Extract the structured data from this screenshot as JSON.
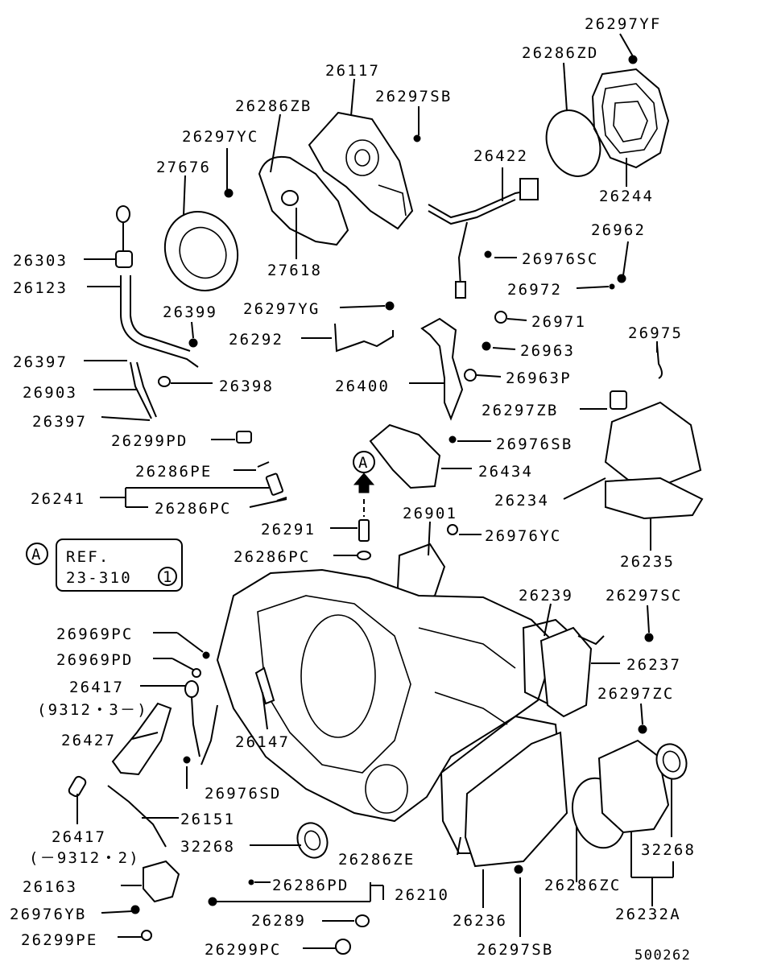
{
  "diagram": {
    "parts": {
      "p26297YF": "26297YF",
      "p26286ZD": "26286ZD",
      "p26117": "26117",
      "p26297SB_top": "26297SB",
      "p26286ZB": "26286ZB",
      "p26297YC": "26297YC",
      "p26422": "26422",
      "p27676": "27676",
      "p26244": "26244",
      "p26962": "26962",
      "p26303": "26303",
      "p27618": "27618",
      "p26976SC": "26976SC",
      "p26123": "26123",
      "p26972": "26972",
      "p26399": "26399",
      "p26297YG": "26297YG",
      "p26971": "26971",
      "p26975": "26975",
      "p26292": "26292",
      "p26397_a": "26397",
      "p26963": "26963",
      "p26398": "26398",
      "p26400": "26400",
      "p26963P": "26963P",
      "p26903": "26903",
      "p26297ZB": "26297ZB",
      "p26397_b": "26397",
      "p26299PD": "26299PD",
      "p26976SB": "26976SB",
      "p26434": "26434",
      "p26286PE": "26286PE",
      "p26241": "26241",
      "p26234": "26234",
      "p26286PC_a": "26286PC",
      "p26901": "26901",
      "p26291": "26291",
      "p26976YC": "26976YC",
      "p26286PC_b": "26286PC",
      "p26235": "26235",
      "p26239": "26239",
      "p26297SC": "26297SC",
      "p26969PC": "26969PC",
      "p26969PD": "26969PD",
      "p26237": "26237",
      "p26417_a": "26417",
      "p9312a": "(9312・3－)",
      "p26297ZC": "26297ZC",
      "p26427": "26427",
      "p26147": "26147",
      "p26976SD": "26976SD",
      "p26417_b": "26417",
      "p26151": "26151",
      "p9312b": "(－9312・2)",
      "p32268_a": "32268",
      "p32268_b": "32268",
      "p26286ZE": "26286ZE",
      "p26163": "26163",
      "p26286PD": "26286PD",
      "p26210": "26210",
      "p26286ZC": "26286ZC",
      "p26976YB": "26976YB",
      "p26289": "26289",
      "p26236": "26236",
      "p26232A": "26232A",
      "p26299PE": "26299PE",
      "p26299PC": "26299PC",
      "p26297SB_bot": "26297SB"
    },
    "reference": {
      "marker_a": "A",
      "callout_a": "A",
      "ref_line1": "REF.",
      "ref_line2": "23-310",
      "ref_circle": "1"
    },
    "diagram_number": "500262"
  }
}
